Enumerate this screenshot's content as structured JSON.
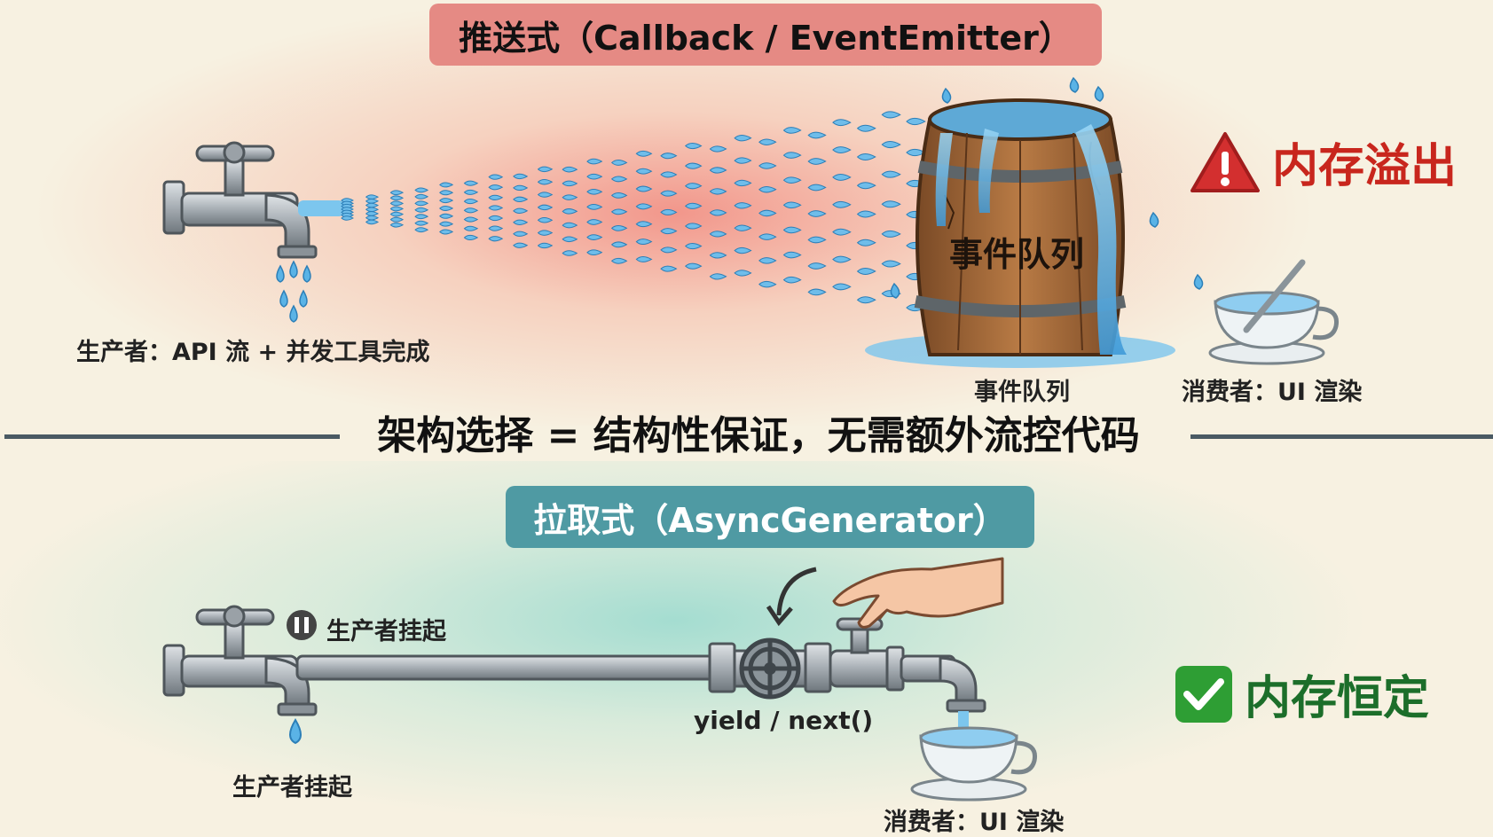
{
  "push": {
    "title": "推送式（Callback / EventEmitter）",
    "producer_label": "生产者：API 流 + 并发工具完成",
    "barrel_text": "事件队列",
    "queue_label": "事件队列",
    "consumer_label": "消费者：UI 渲染",
    "alert_text": "内存溢出",
    "alert_color": "#c8261d"
  },
  "divider": {
    "text": "架构选择 = 结构性保证，无需额外流控代码"
  },
  "pull": {
    "title": "拉取式（AsyncGenerator）",
    "pause_label": "生产者挂起",
    "producer_label": "生产者挂起",
    "valve_label": "yield / next()",
    "consumer_label": "消费者：UI 渲染",
    "status_text": "内存恒定",
    "status_color": "#2e9e34"
  },
  "colors": {
    "push_banner": "#e58a84",
    "pull_banner": "#4f9aa3",
    "water": "#5ab3e6"
  }
}
